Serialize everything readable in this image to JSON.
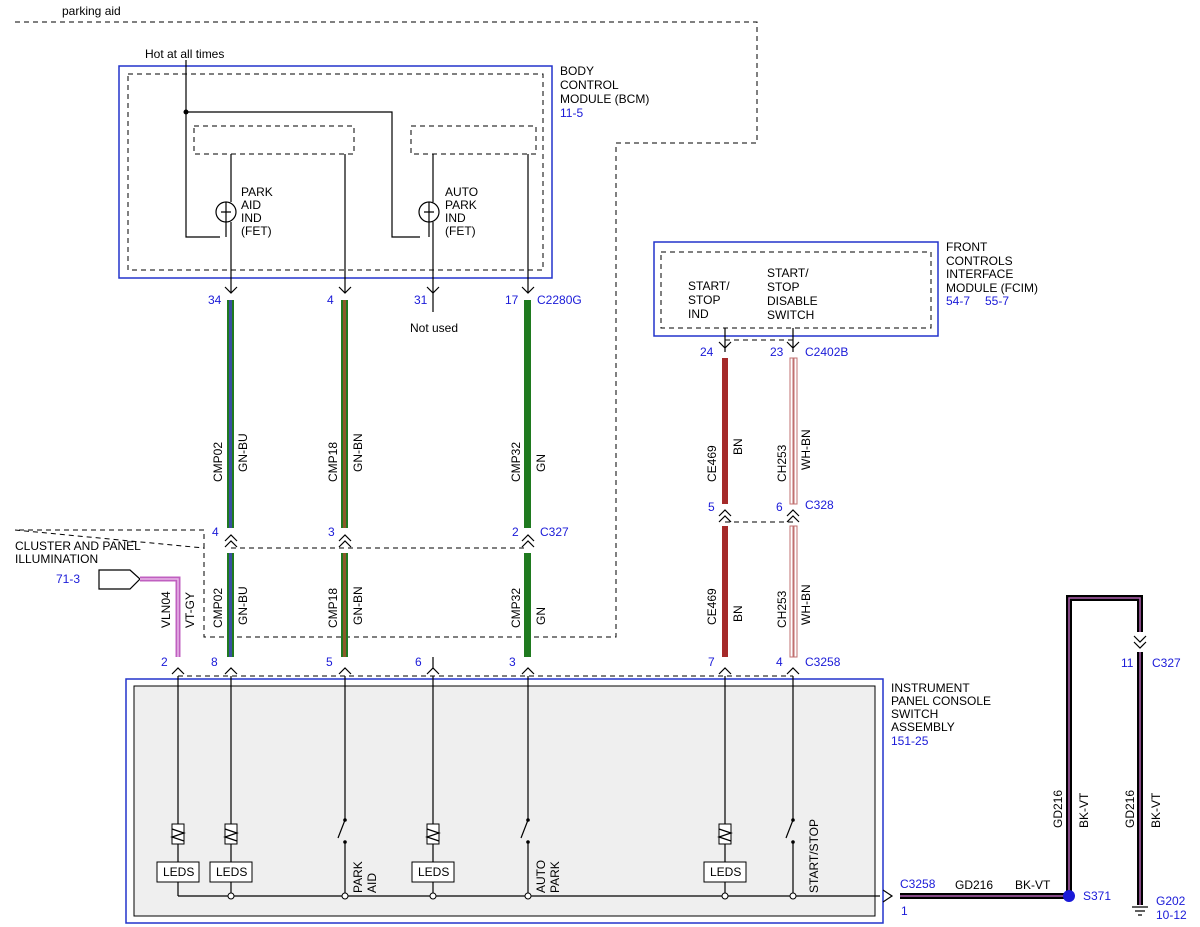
{
  "top": {
    "parking_aid": "parking aid",
    "hot_at_all_times": "Hot at all times"
  },
  "bcm": {
    "name_lines": [
      "BODY",
      "CONTROL",
      "MODULE (BCM)"
    ],
    "ref": "11-5",
    "park_aid_ind": [
      "PARK",
      "AID",
      "IND",
      "(FET)"
    ],
    "auto_park_ind": [
      "AUTO",
      "PARK",
      "IND",
      "(FET)"
    ]
  },
  "fcim": {
    "name_lines": [
      "FRONT",
      "CONTROLS",
      "INTERFACE",
      "MODULE (FCIM)"
    ],
    "ref1": "54-7",
    "ref2": "55-7",
    "start_stop_ind": [
      "START/",
      "STOP",
      "IND"
    ],
    "start_stop_disable": [
      "START/",
      "STOP",
      "DISABLE",
      "SWITCH"
    ]
  },
  "ipcs": {
    "name_lines": [
      "INSTRUMENT",
      "PANEL CONSOLE",
      "SWITCH",
      "ASSEMBLY"
    ],
    "ref": "151-25",
    "leds_label": "LEDS",
    "park_aid": [
      "PARK",
      "AID"
    ],
    "auto_park": [
      "AUTO",
      "PARK"
    ],
    "start_stop": "START/STOP"
  },
  "cluster": {
    "lines": [
      "CLUSTER AND PANEL",
      "ILLUMINATION"
    ],
    "ref": "71-3"
  },
  "connectors": {
    "c2280g": "C2280G",
    "c327": "C327",
    "c3258": "C3258",
    "c2402b": "C2402B",
    "c328": "C328",
    "c327b": "C327",
    "c3258b": "C3258",
    "s371": "S371",
    "g202": "G202",
    "g202_ref": "10-12"
  },
  "pins": {
    "bcm_34": "34",
    "bcm_4": "4",
    "bcm_31": "31",
    "bcm_17": "17",
    "c327_4": "4",
    "c327_3": "3",
    "c327_2": "2",
    "c3258_2": "2",
    "c3258_8": "8",
    "c3258_5": "5",
    "c3258_6": "6",
    "c3258_3": "3",
    "c3258_7": "7",
    "c3258_4": "4",
    "fcim_24": "24",
    "fcim_23": "23",
    "c328_5": "5",
    "c328_6": "6",
    "c3258_1": "1",
    "c327_11": "11"
  },
  "not_used": "Not used",
  "wires": {
    "cmp02_top": {
      "circuit": "CMP02",
      "color": "GN-BU"
    },
    "cmp18_top": {
      "circuit": "CMP18",
      "color": "GN-BN"
    },
    "cmp32_top": {
      "circuit": "CMP32",
      "color": "GN"
    },
    "cmp02_bot": {
      "circuit": "CMP02",
      "color": "GN-BU"
    },
    "cmp18_bot": {
      "circuit": "CMP18",
      "color": "GN-BN"
    },
    "cmp32_bot": {
      "circuit": "CMP32",
      "color": "GN"
    },
    "vln04": {
      "circuit": "VLN04",
      "color": "VT-GY"
    },
    "ce469_top": {
      "circuit": "CE469",
      "color": "BN"
    },
    "ch253_top": {
      "circuit": "CH253",
      "color": "WH-BN"
    },
    "ce469_bot": {
      "circuit": "CE469",
      "color": "BN"
    },
    "ch253_bot": {
      "circuit": "CH253",
      "color": "WH-BN"
    },
    "gd216_h": {
      "circuit": "GD216",
      "color": "BK-VT"
    },
    "gd216_v1": {
      "circuit": "GD216",
      "color": "BK-VT"
    },
    "gd216_v2": {
      "circuit": "GD216",
      "color": "BK-VT"
    }
  },
  "colors": {
    "green": "#1f7a1f",
    "brown": "#a52a2a",
    "violet": "#c060c0",
    "blue_text": "#1a1ad8",
    "box_blue": "#2233cc",
    "fill_grey": "#efefef"
  }
}
